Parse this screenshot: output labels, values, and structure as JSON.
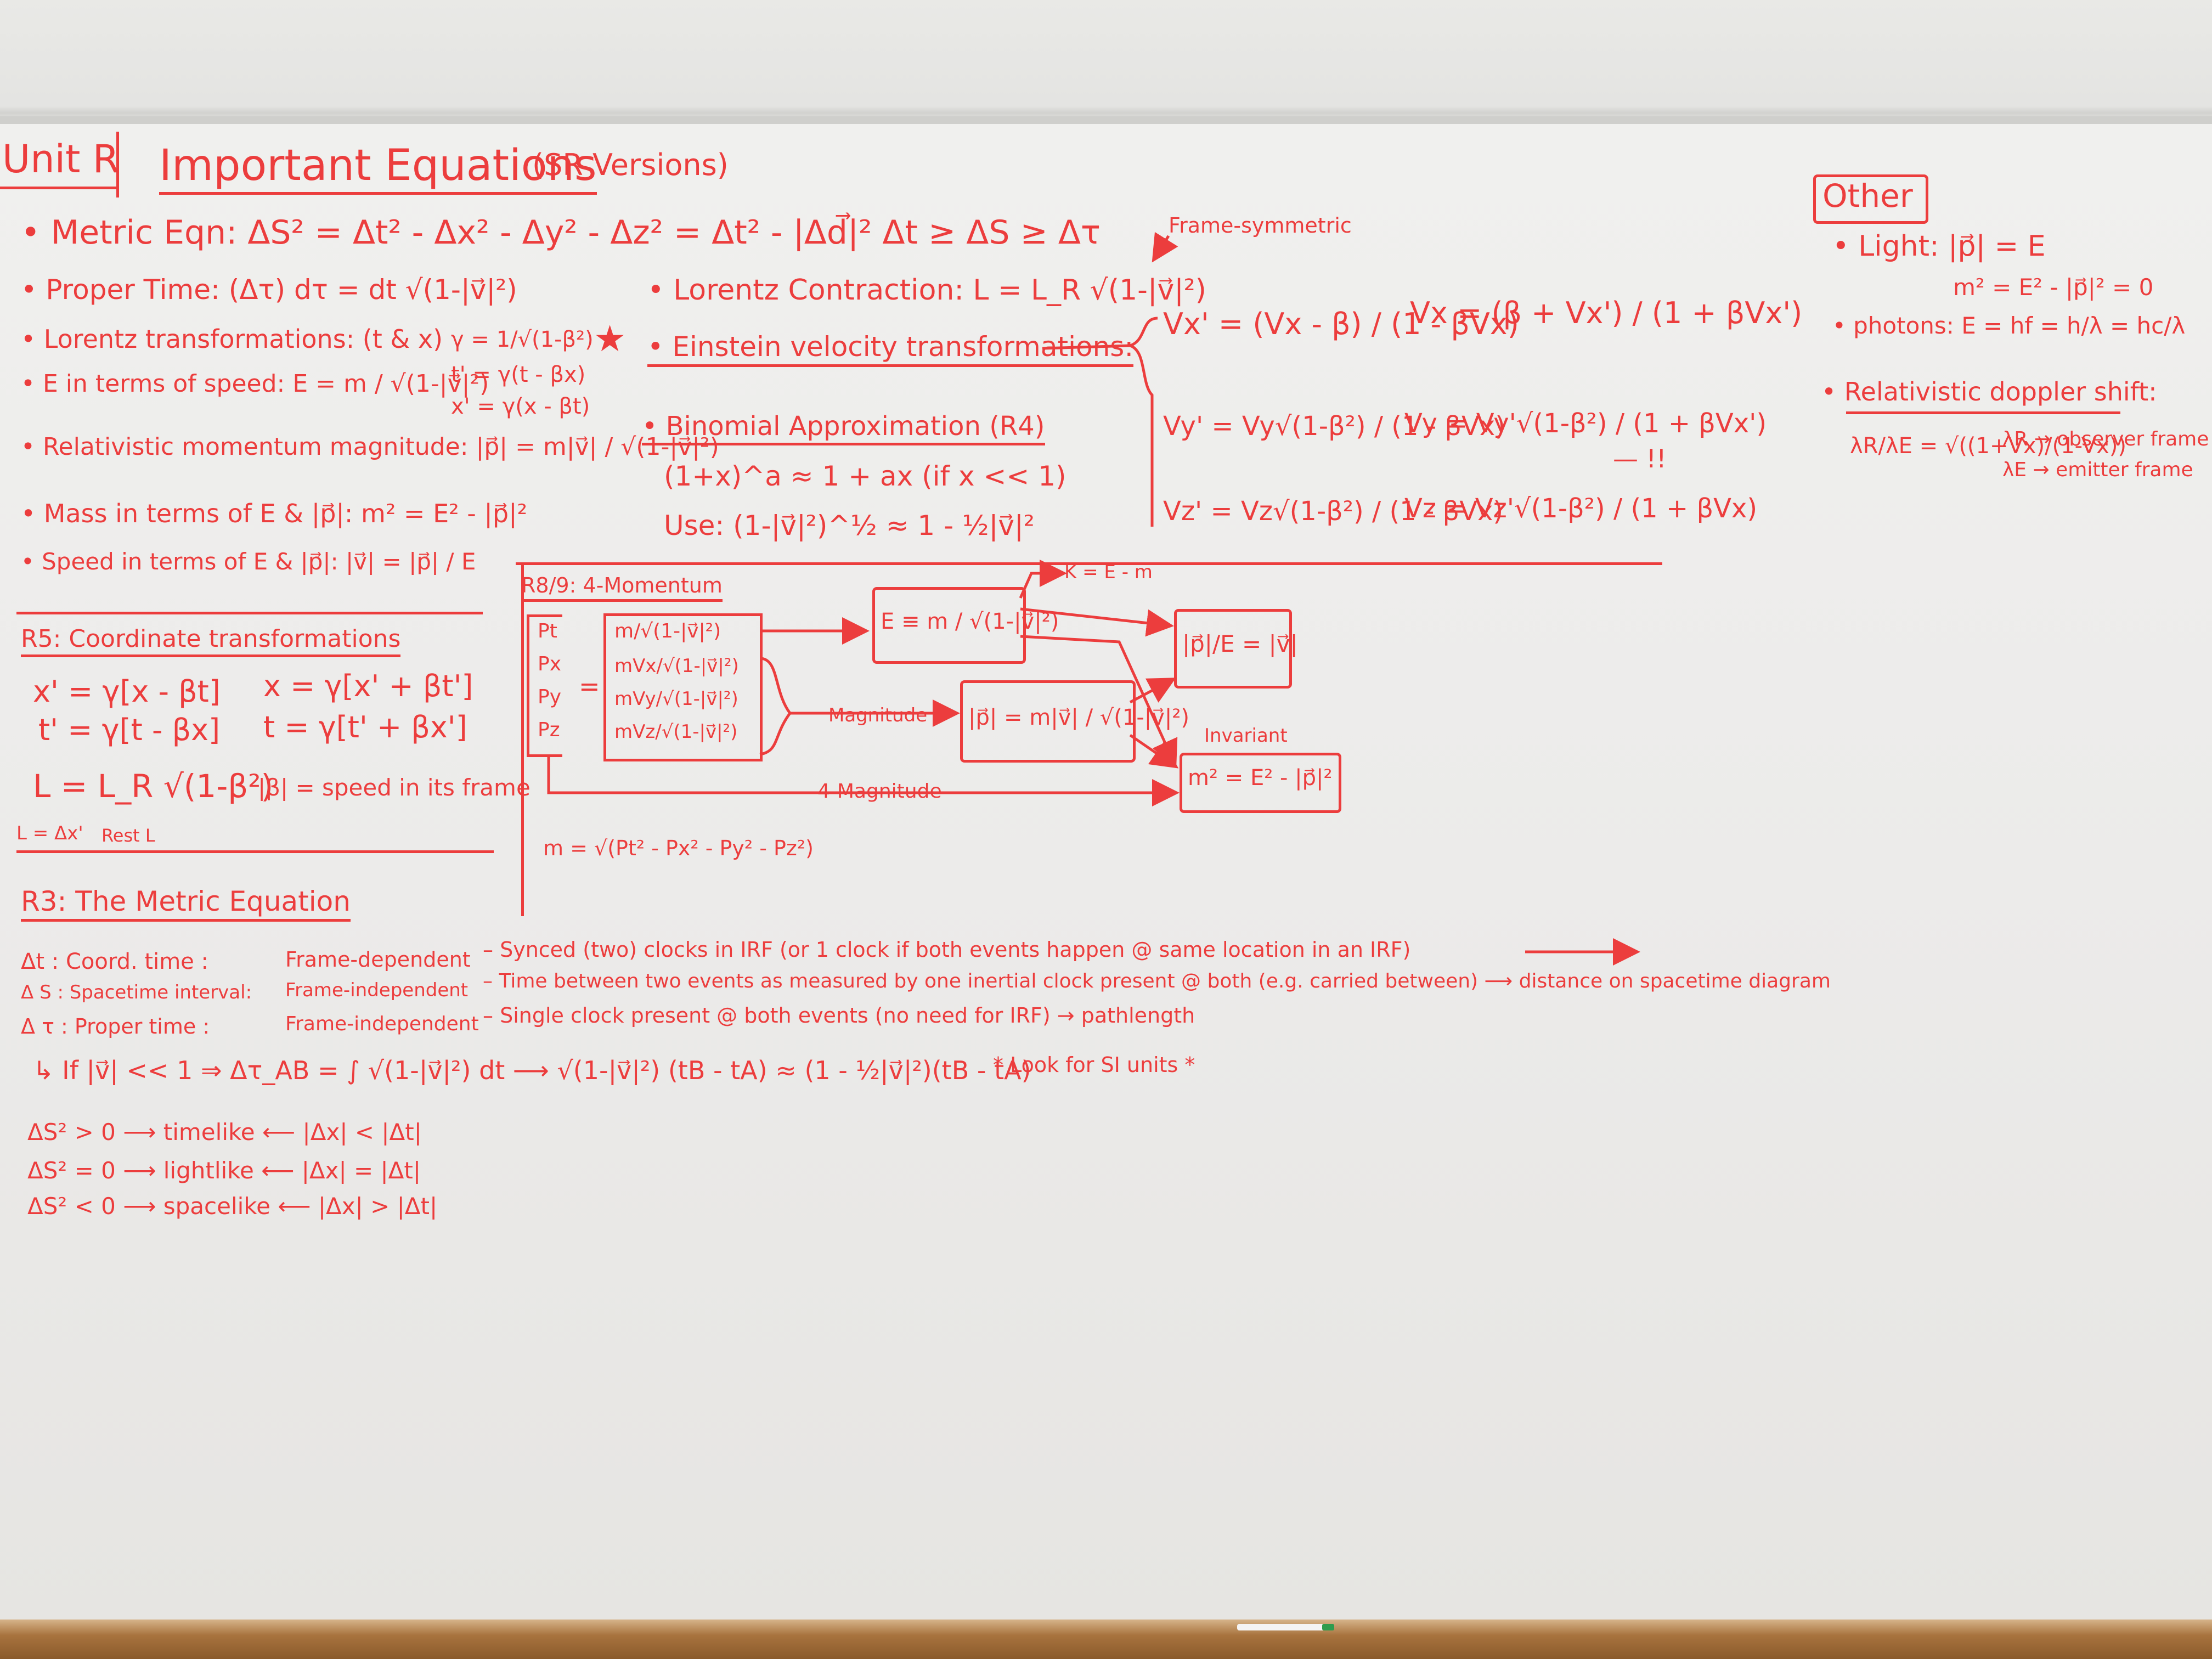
{
  "header": {
    "unit": "Unit R",
    "title": "Important Equations",
    "subtitle": "(SR Versions)"
  },
  "left_col": {
    "metric": "• Metric Eqn:  ΔS² = Δt² - Δx² - Δy² - Δz² = Δt² - |Δd⃗|²    Δt ≥ ΔS ≥ Δτ",
    "proper_time": "• Proper Time: (Δτ)   dτ = dt √(1-|v⃗|²)",
    "lorentz_label": "• Lorentz transformations: (t & x)",
    "lorentz_gamma": "γ = 1/√(1-β²)",
    "lorentz_t": "t' = γ(t - βx)",
    "lorentz_x": "x' = γ(x - βt)",
    "E_speed": "• E in terms of speed:  E = m / √(1-|v⃗|²)",
    "rel_momentum": "• Relativistic momentum magnitude:  |p⃗| = m|v⃗| / √(1-|v⃗|²)",
    "mass_E_p": "• Mass in terms of E & |p⃗|:  m² = E² - |p⃗|²",
    "speed_E_p": "• Speed in terms of E & |p⃗|:  |v⃗| = |p⃗| / E"
  },
  "middle_col": {
    "lorentz_contraction": "• Lorentz Contraction:  L = L_R √(1-|v⃗|²)",
    "einstein_velocity": "• Einstein velocity transformations:",
    "binomial_title": "• Binomial Approximation (R4)",
    "binomial_eq": "(1+x)^a ≈ 1 + ax   (if x << 1)",
    "binomial_use": "Use: (1-|v⃗|²)^½ ≈ 1 - ½|v⃗|²"
  },
  "velocity": {
    "frame_symmetric": "Frame-symmetric",
    "vx_prime": "Vx' = (Vx - β) / (1 - βVx)",
    "vx": "Vx = (β + Vx') / (1 + βVx')",
    "vy_prime": "Vy' = Vy√(1-β²) / (1 - βVx)",
    "vy": "Vy = Vy'√(1-β²) / (1 + βVx')",
    "vz_prime": "Vz' = Vz√(1-β²) / (1 - βVx)",
    "vz": "Vz = Vz'√(1-β²) / (1 + βVx)",
    "note": "— !!"
  },
  "other": {
    "title": "Other",
    "light": "• Light:  |p⃗| = E",
    "light_m": "m² = E² - |p⃗|² = 0",
    "photons": "• photons:  E = hf = h/λ = hc/λ",
    "doppler": "• Relativistic doppler shift:",
    "doppler_eq": "λR/λE = √((1+Vx)/(1-Vx))",
    "lambda_r": "λR → observer frame",
    "lambda_e": "λE → emitter frame"
  },
  "r5": {
    "title": "R5: Coordinate transformations",
    "x_prime": "x' = γ[x - βt]",
    "x": "x = γ[x' + βt']",
    "t_prime": "t' = γ[t - βx]",
    "t": "t = γ[t' + βx']",
    "contraction": "L = L_R √(1-β²)",
    "beta_note": "|β| = speed in its frame",
    "l_note": "L = Δx'",
    "rest_note": "Rest L"
  },
  "r8": {
    "title": "R8/9: 4-Momentum",
    "vector": [
      "Pt",
      "Px",
      "Py",
      "Pz"
    ],
    "components": [
      "m/√(1-|v⃗|²)",
      "mVx/√(1-|v⃗|²)",
      "mVy/√(1-|v⃗|²)",
      "mVz/√(1-|v⃗|²)"
    ],
    "E_box": "E ≡ m / √(1-|v⃗|²)",
    "K": "K = E - m",
    "p_over_E": "|p⃗|/E = |v⃗|",
    "magnitude_label": "Magnitude",
    "p_box": "|p⃗| = m|v⃗| / √(1-|v⃗|²)",
    "invariant": "Invariant",
    "m_box": "m² = E² - |p⃗|²",
    "four_mag": "4-Magnitude",
    "m_eq": "m = √(Pt² - Px² - Py² - Pz²)"
  },
  "r3": {
    "title": "R3: The Metric Equation",
    "dt_label": "Δt : Coord. time :",
    "dt_frame": "Frame-dependent",
    "dt_desc": "– Synced (two) clocks in IRF (or 1 clock if both events happen @ same location in an IRF)",
    "ds_label": "Δ S : Spacetime interval:",
    "ds_frame": "Frame-independent",
    "ds_desc": "– Time between two events as measured by one inertial clock present @ both (e.g. carried between) ⟶ distance on spacetime diagram",
    "dtau_label": "Δ τ : Proper time :",
    "dtau_frame": "Frame-independent",
    "dtau_desc": "– Single clock present @ both events (no need for IRF) → pathlength",
    "approx": "↳ If |v⃗| << 1  ⇒  Δτ_AB = ∫ √(1-|v⃗|²) dt ⟶ √(1-|v⃗|²) (tB - tA) ≈ (1 - ½|v⃗|²)(tB - tA)",
    "si_note": "* Look for SI units *",
    "timelike": "ΔS² > 0  ⟶  timelike  ⟵  |Δx| < |Δt|",
    "lightlike": "ΔS² = 0  ⟶  lightlike  ⟵  |Δx| = |Δt|",
    "spacelike": "ΔS² < 0  ⟶  spacelike  ⟵  |Δx| > |Δt|"
  },
  "colors": {
    "ink": "#ec3d3d",
    "board": "#ecebea",
    "tray": "#a8733e"
  }
}
